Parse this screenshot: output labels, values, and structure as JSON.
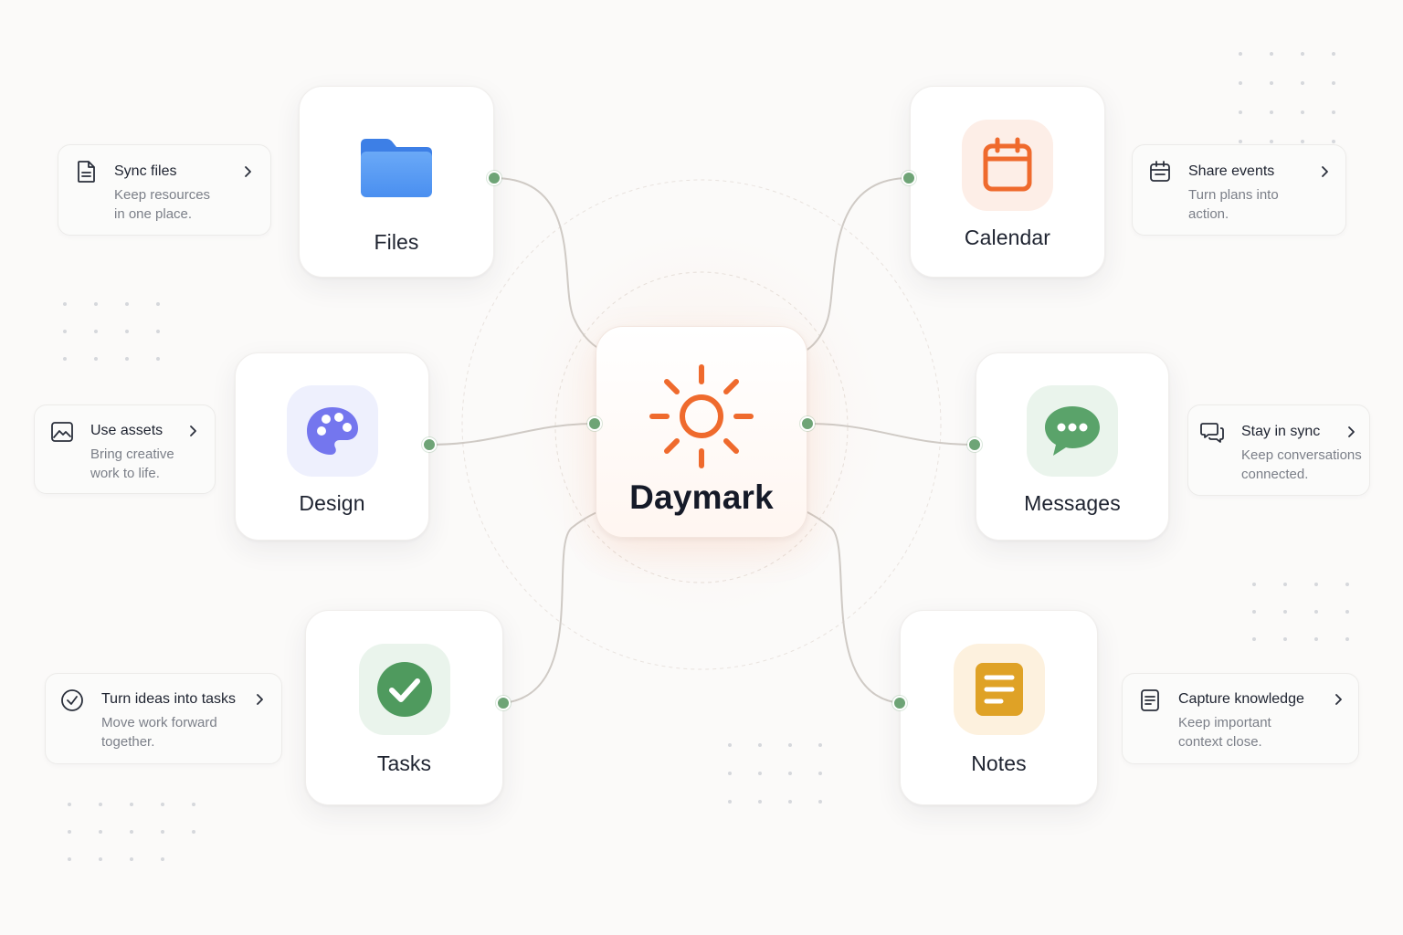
{
  "hub": {
    "title": "Daymark",
    "icon": "sun-icon",
    "accent": "#ef6a2d"
  },
  "apps": {
    "files": {
      "label": "Files",
      "icon": "folder-icon",
      "color": "#4a8ff0"
    },
    "calendar": {
      "label": "Calendar",
      "icon": "calendar-icon",
      "color": "#ef6a2d"
    },
    "design": {
      "label": "Design",
      "icon": "palette-icon",
      "color": "#7476ee"
    },
    "messages": {
      "label": "Messages",
      "icon": "chat-bubble-icon",
      "color": "#5aa36a"
    },
    "tasks": {
      "label": "Tasks",
      "icon": "checkmark-icon",
      "color": "#4f9a5e"
    },
    "notes": {
      "label": "Notes",
      "icon": "notes-icon",
      "color": "#dfa226"
    }
  },
  "features": {
    "sync_files": {
      "title": "Sync files",
      "desc_1": "Keep resources",
      "desc_2": "in one place.",
      "icon": "document-icon"
    },
    "share_events": {
      "title": "Share events",
      "desc_1": "Turn plans into",
      "desc_2": "action.",
      "icon": "calendar-outline-icon"
    },
    "use_assets": {
      "title": "Use assets",
      "desc_1": "Bring creative",
      "desc_2": "work to life.",
      "icon": "image-icon"
    },
    "stay_in_sync": {
      "title": "Stay in sync",
      "desc_1": "Keep conversations",
      "desc_2": "connected.",
      "icon": "chat-outline-icon"
    },
    "turn_ideas": {
      "title": "Turn ideas into tasks",
      "desc_1": "Move work forward",
      "desc_2": "together.",
      "icon": "check-circle-icon"
    },
    "capture_knowledge": {
      "title": "Capture knowledge",
      "desc_1": "Keep important",
      "desc_2": "context close.",
      "icon": "note-outline-icon"
    }
  },
  "colors": {
    "connector": "#cfcac5",
    "node": "#6ea476",
    "background": "#fbfaf9"
  }
}
